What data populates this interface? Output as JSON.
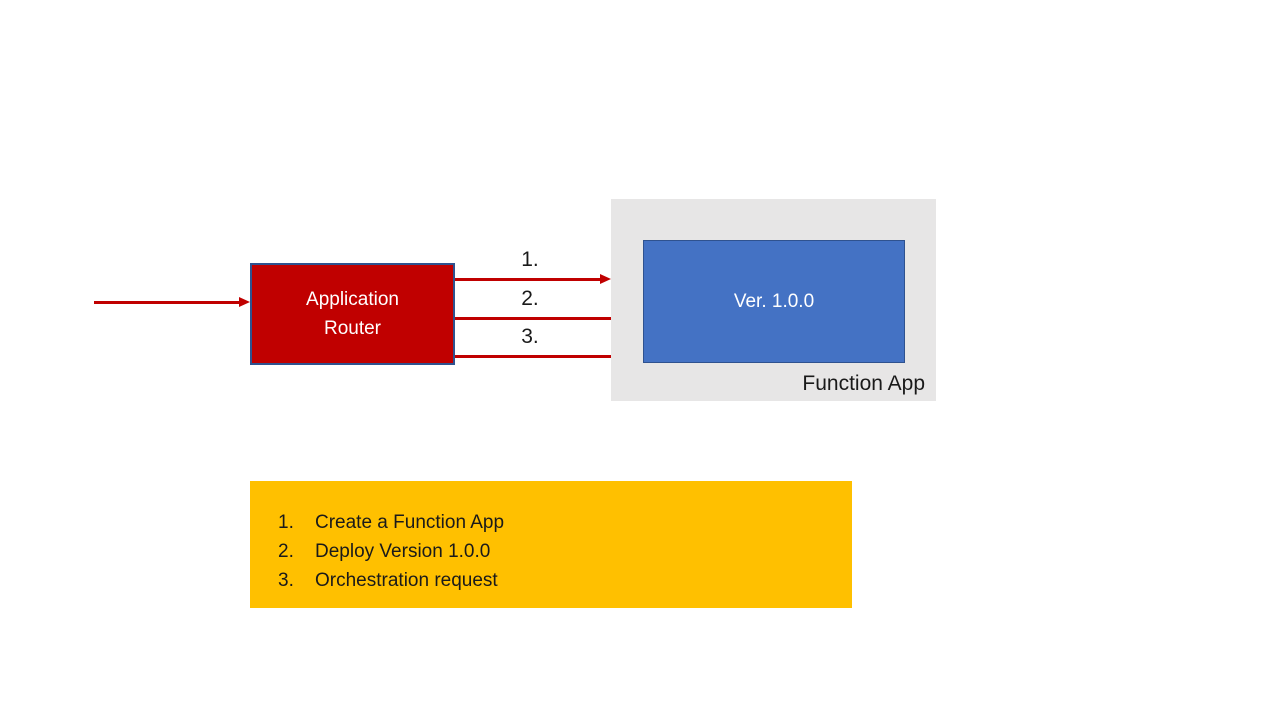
{
  "colors": {
    "background": "#ffffff",
    "router_fill": "#c00000",
    "version_fill": "#4472c4",
    "shape_border": "#2f528f",
    "container_fill": "#e7e6e6",
    "legend_fill": "#ffc000",
    "arrow": "#c00000",
    "text_dark": "#1a1a1a",
    "text_light": "#ffffff"
  },
  "diagram": {
    "router": {
      "label": "Application Router"
    },
    "function_app": {
      "label": "Function App",
      "version": {
        "label": "Ver. 1.0.0"
      }
    },
    "arrows": [
      {
        "label": "1."
      },
      {
        "label": "2."
      },
      {
        "label": "3."
      }
    ],
    "legend": {
      "items": [
        {
          "number": "1.",
          "text": "Create a Function App"
        },
        {
          "number": "2.",
          "text": "Deploy Version 1.0.0"
        },
        {
          "number": "3.",
          "text": "Orchestration request"
        }
      ]
    }
  }
}
